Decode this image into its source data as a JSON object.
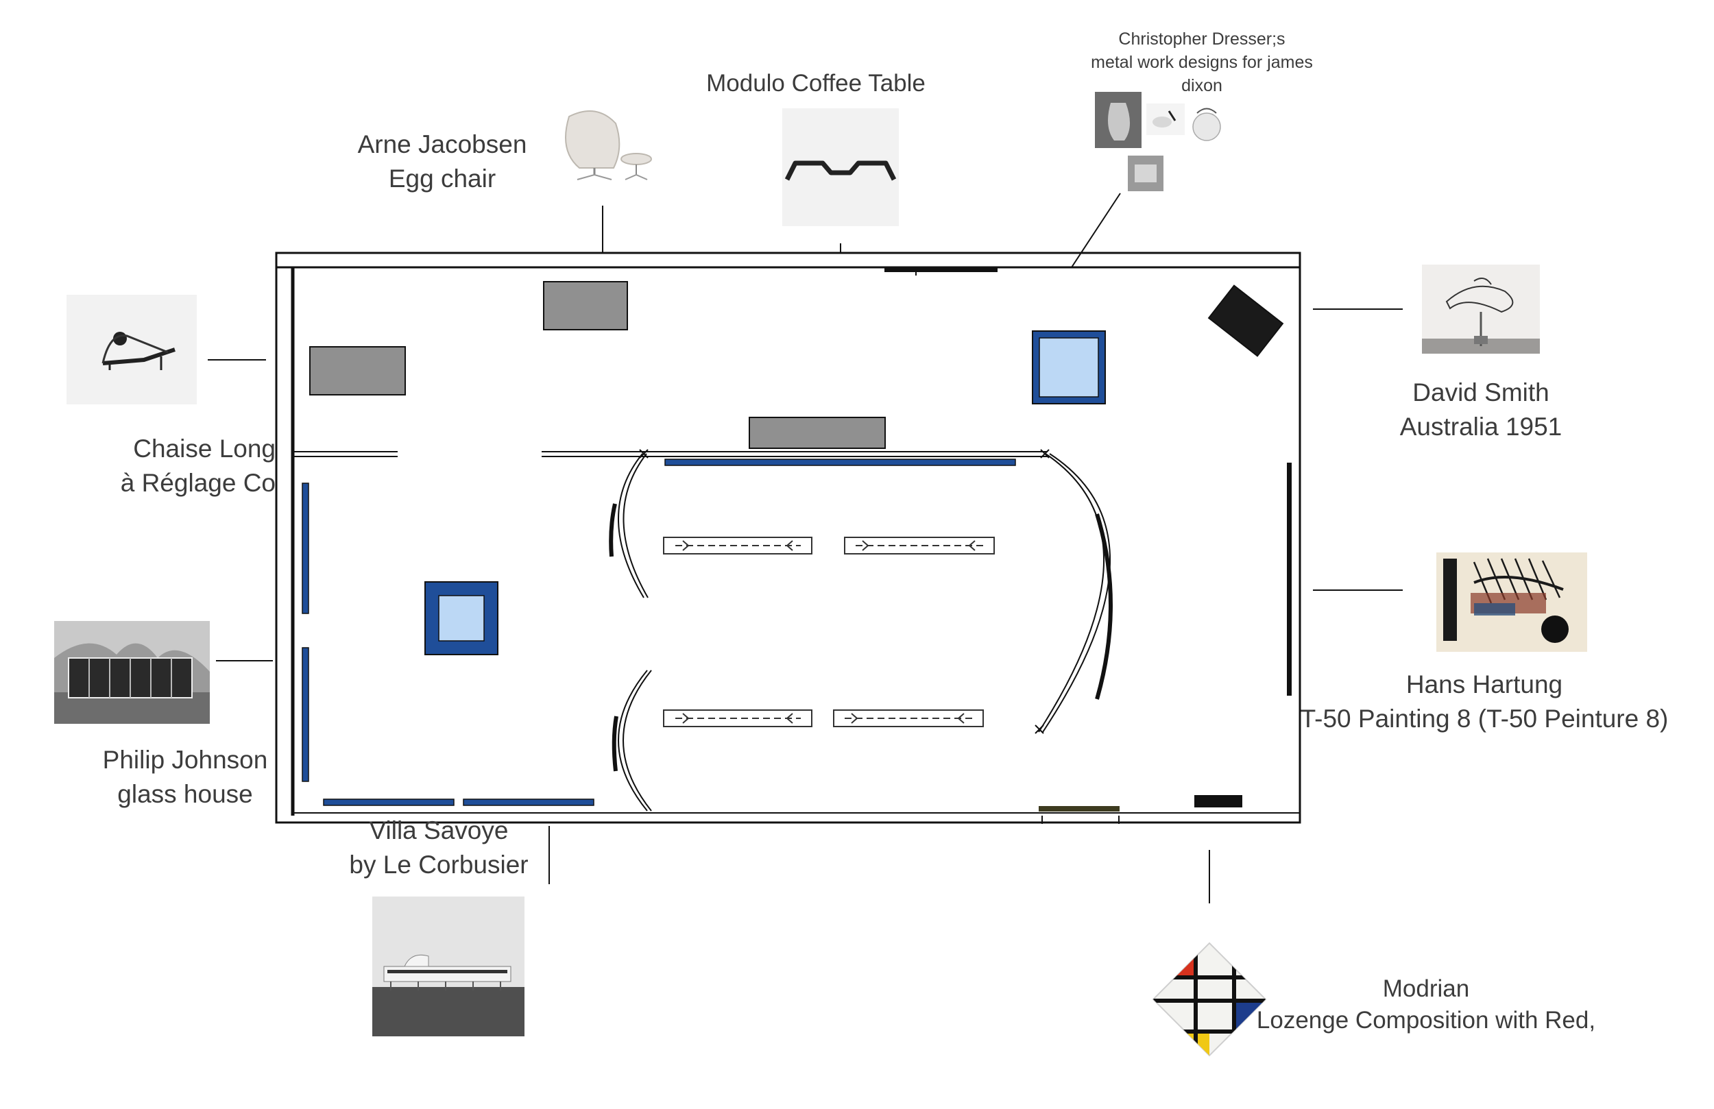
{
  "colors": {
    "wall": "#111111",
    "panel_blue": "#1f4e99",
    "plinth_fill": "#bcd8f5",
    "grey_plinth": "#909090",
    "black_plinth": "#1a1a1a",
    "bench_stroke": "#333333",
    "label_text": "#3c3c3c",
    "olive_bar": "#3d3b1f"
  },
  "labels": {
    "egg_chair": [
      "Arne Jacobsen",
      "Egg chair"
    ],
    "modulo": [
      "Modulo Coffee Table"
    ],
    "dresser": [
      "Christopher Dresser;s",
      "metal work designs for james",
      "dixon"
    ],
    "david_smith": [
      "David Smith",
      "Australia 1951"
    ],
    "chaise": [
      "Chaise Long",
      "à Réglage Co"
    ],
    "hartung": [
      "Hans Hartung",
      "T-50 Painting 8 (T-50 Peinture 8)"
    ],
    "philip_johnson": [
      "Philip Johnson",
      "glass house"
    ],
    "savoye": [
      "Villa Savoye",
      "by Le Corbusier"
    ],
    "modrian": [
      "Modrian",
      "Lozenge Composition with Red,"
    ]
  },
  "artworks": [
    {
      "id": "chaise",
      "icon": "chaise-longue-photo"
    },
    {
      "id": "egg_chair",
      "icon": "egg-chair-photo"
    },
    {
      "id": "modulo",
      "icon": "coffee-table-photo"
    },
    {
      "id": "dresser",
      "icon": "metalwork-photos"
    },
    {
      "id": "david_smith",
      "icon": "sculpture-photo"
    },
    {
      "id": "hartung",
      "icon": "abstract-painting"
    },
    {
      "id": "philip_johnson",
      "icon": "glass-house-photo"
    },
    {
      "id": "savoye",
      "icon": "villa-savoye-photo"
    },
    {
      "id": "modrian",
      "icon": "mondrian-lozenge-painting"
    }
  ]
}
